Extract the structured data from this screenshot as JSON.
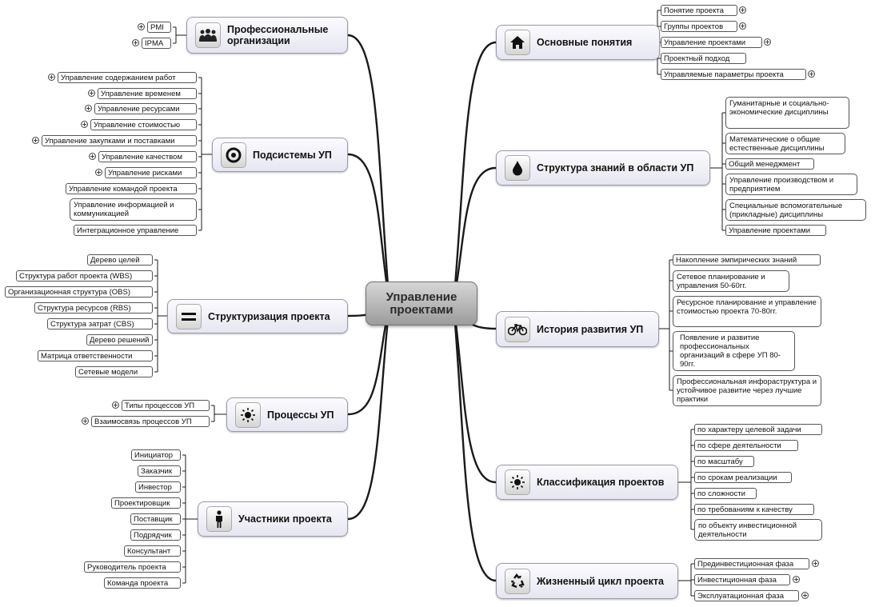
{
  "center": "Управление проектами",
  "branches": {
    "prof_org": {
      "label": "Профессиональные организации",
      "icon": "people-icon",
      "items": [
        "PMI",
        "IPMA"
      ]
    },
    "subsystems": {
      "label": "Подсистемы УП",
      "icon": "target-icon",
      "items": [
        "Управление содержанием работ",
        "Управление временем",
        "Управление ресурсами",
        "Управление стоимостью",
        "Управление закупками и поставками",
        "Управление качеством",
        "Управление рисками",
        "Управление командой проекта",
        "Управление информацией и коммуникацией",
        "Интеграционное управление"
      ]
    },
    "structuring": {
      "label": "Структуризация проекта",
      "icon": "equals-icon",
      "items": [
        "Дерево целей",
        "Структура работ проекта (WBS)",
        "Организационная структура (OBS)",
        "Структура  ресурсов (RBS)",
        "Структура затрат (CBS)",
        "Дерево решений",
        "Матрица ответственности",
        "Сетевые модели"
      ]
    },
    "processes": {
      "label": "Процессы УП",
      "icon": "sun-icon",
      "items": [
        "Типы процессов УП",
        "Взаимосвязь процессов УП"
      ]
    },
    "participants": {
      "label": "Участники проекта",
      "icon": "person-icon",
      "items": [
        "Инициатор",
        "Заказчик",
        "Инвестор",
        "Проектировщик",
        "Поставщик",
        "Подрядчик",
        "Консультант",
        "Руководитель проекта",
        "Команда проекта"
      ]
    },
    "basics": {
      "label": "Основные понятия",
      "icon": "home-icon",
      "items": [
        "Понятие проекта",
        "Группы проектов",
        "Управление проектами",
        "Проектный подход",
        "Управляемые параметры проекта"
      ]
    },
    "knowledge": {
      "label": "Структура знаний в области УП",
      "icon": "drop-icon",
      "items": [
        "Гуманитарные и социально-экономические дисциплины",
        "Математические о общие естественные дисциплины",
        "Общий менеджмент",
        "Управление производством и предприятием",
        "Специальные вспомогательные (прикладные) дисциплины",
        "Управление проектами"
      ]
    },
    "history": {
      "label": "История развития УП",
      "icon": "bicycle-icon",
      "items": [
        "Накопление эмпирических знаний",
        "Сетевое планирование и управления 50-60гг.",
        "Ресурсное планирование и управление стоимостью проекта 70-80гг.",
        "Появление и развитие профессиональных организаций в сфере УП 80-90гг.",
        "Профессиональная инфораструктура и устойчивое развитие через лучшие практики"
      ]
    },
    "classification": {
      "label": "Классификация проектов",
      "icon": "sun-icon",
      "items": [
        "по характеру целевой задачи",
        "по сфере деятельности",
        "по масштабу",
        "по срокам реализации",
        "по сложности",
        "по требованиям к качеству",
        "по объекту инвестиционной деятельности"
      ]
    },
    "lifecycle": {
      "label": "Жизненный цикл проекта",
      "icon": "recycle-icon",
      "items": [
        "Прединвестиционная фаза",
        "Инвестиционная фаза",
        "Эксплуатационная фаза"
      ]
    }
  }
}
